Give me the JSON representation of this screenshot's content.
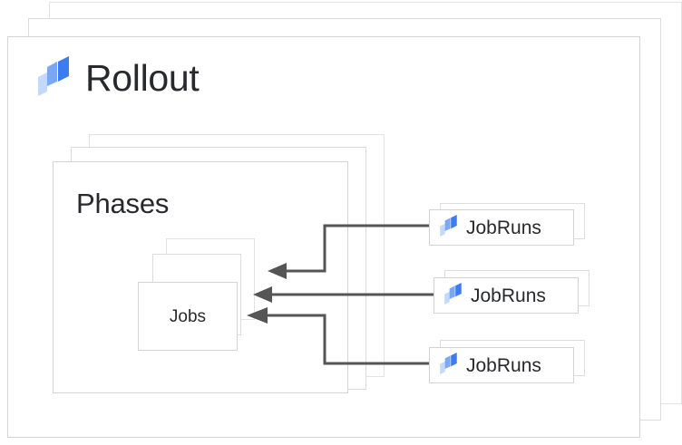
{
  "diagram": {
    "title": "Rollout",
    "logo_icon": "rollout-logo-icon",
    "colors": {
      "logo_light": "#c3d9fd",
      "logo_mid": "#7aa8f5",
      "logo_dark": "#3d7bf0",
      "card_border": "#d4d4d4",
      "card_border_faint": "#e2e2e2",
      "connector": "#555555",
      "text": "#27292c",
      "background": "#ffffff"
    }
  },
  "rollout_stack": {
    "count": 3,
    "label": "Rollout"
  },
  "phases": {
    "title": "Phases",
    "stack_count": 3
  },
  "jobs": {
    "label": "Jobs",
    "stack_count": 3
  },
  "jobruns": [
    {
      "label": "JobRuns",
      "icon": "rollout-logo-icon",
      "stack_count": 2
    },
    {
      "label": "JobRuns",
      "icon": "rollout-logo-icon",
      "stack_count": 2
    },
    {
      "label": "JobRuns",
      "icon": "rollout-logo-icon",
      "stack_count": 2
    }
  ],
  "connectors": [
    {
      "from": "jobruns-1",
      "to": "jobs",
      "style": "elbow-down-left",
      "arrowhead": "left"
    },
    {
      "from": "jobruns-2",
      "to": "jobs",
      "style": "straight-left",
      "arrowhead": "left"
    },
    {
      "from": "jobruns-3",
      "to": "jobs",
      "style": "elbow-up-left",
      "arrowhead": "left"
    }
  ]
}
